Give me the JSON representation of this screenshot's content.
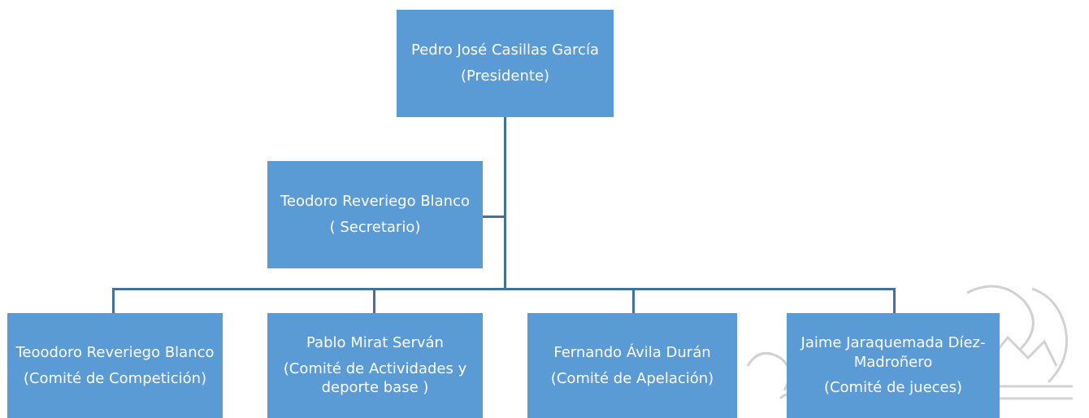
{
  "president": {
    "name": "Pedro José Casillas García",
    "role": "(Presidente)"
  },
  "secretary": {
    "name": "Teodoro Reveriego Blanco",
    "role": "( Secretario)"
  },
  "committees": [
    {
      "name": "Teoodoro Reveriego Blanco",
      "role": "(Comité de Competición)"
    },
    {
      "name": "Pablo Mirat Serván",
      "role": "(Comité de Actividades y deporte base )"
    },
    {
      "name": "Fernando Ávila Durán",
      "role": "(Comité de Apelación)"
    },
    {
      "name": "Jaime Jaraquemada Díez- Madroñero",
      "role": "(Comité de jueces)"
    }
  ],
  "colors": {
    "box": "#5b9bd5",
    "line": "#41719c",
    "text": "#ffffff"
  }
}
